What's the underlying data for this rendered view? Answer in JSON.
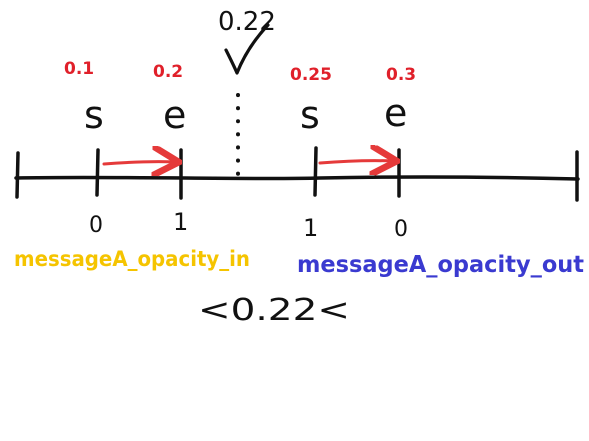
{
  "diagram": {
    "top_value": "0.22",
    "check_mark": "check-icon",
    "start_a": {
      "value": "0.1",
      "letter": "s",
      "tick_value": "0"
    },
    "end_a": {
      "value": "0.2",
      "letter": "e",
      "tick_value": "1"
    },
    "start_b": {
      "value": "0.25",
      "letter": "s",
      "tick_value": "1"
    },
    "end_b": {
      "value": "0.3",
      "letter": "e",
      "tick_value": "0"
    },
    "label_in": "messageA_opacity_in",
    "label_out": "messageA_opacity_out",
    "bottom_condition": "<0.22<",
    "colors": {
      "value_red": "#e0202a",
      "arrow_red": "#e53a3a",
      "label_in": "#f5c400",
      "label_out": "#3a3ad0",
      "ink": "#111111"
    }
  }
}
